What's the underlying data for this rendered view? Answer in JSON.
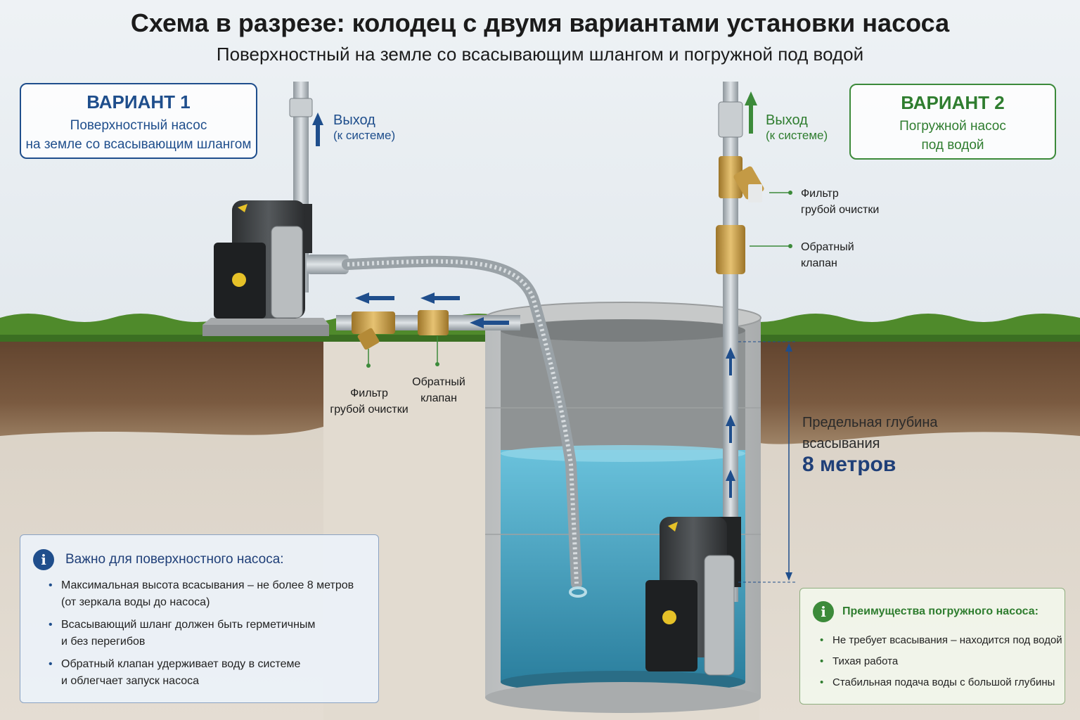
{
  "header": {
    "title": "Схема в разрезе: колодец с двумя вариантами установки насоса",
    "subtitle": "Поверхностный на земле со всасывающим шлангом и погружной под водой"
  },
  "variant1": {
    "heading": "ВАРИАНТ 1",
    "line1": "Поверхностный насос",
    "line2": "на земле со всасывающим шлангом",
    "outlet_main": "Выход",
    "outlet_sub": "(к системе)",
    "filter_line1": "Фильтр",
    "filter_line2": "грубой очистки",
    "valve_line1": "Обратный",
    "valve_line2": "клапан"
  },
  "variant2": {
    "heading": "ВАРИАНТ 2",
    "line1": "Погружной насос",
    "line2": "под водой",
    "outlet_main": "Выход",
    "outlet_sub": "(к системе)",
    "filter_line1": "Фильтр",
    "filter_line2": "грубой очистки",
    "valve_line1": "Обратный",
    "valve_line2": "клапан"
  },
  "depth": {
    "line1": "Предельная глубина",
    "line2": "всасывания",
    "value": "8 метров"
  },
  "info_surface": {
    "title": "Важно для поверхностного насоса:",
    "items": [
      {
        "line1": "Максимальная высота всасывания – не более 8 метров",
        "line2": "(от зеркала воды до насоса)"
      },
      {
        "line1": "Всасывающий шланг должен быть герметичным",
        "line2": "и без перегибов"
      },
      {
        "line1": "Обратный клапан удерживает воду в системе",
        "line2": "и облегчает запуск насоса"
      }
    ]
  },
  "info_submersible": {
    "title": "Преимущества погружного насоса:",
    "items": [
      "Не требует всасывания – находится под водой",
      "Тихая работа",
      "Стабильная подача воды с большой глубины"
    ]
  },
  "colors": {
    "variant1_accent": "#1f4e8c",
    "variant2_accent": "#3c8a3a",
    "water": "#3aa3c2",
    "soil": "#6b4a32",
    "grass": "#4f8a2b",
    "brass": "#c9a04a"
  },
  "icons": {
    "info": "info-circle-icon",
    "flow_arrow": "arrow-icon"
  }
}
